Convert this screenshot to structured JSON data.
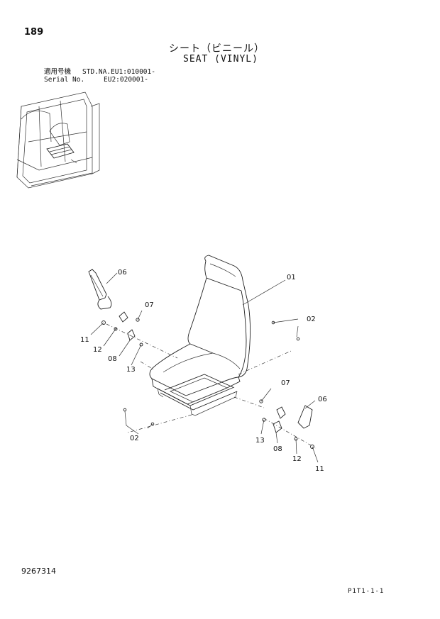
{
  "page_number": "189",
  "title_jp": "シート（ビニール）",
  "title_en": "SEAT (VINYL)",
  "serial": {
    "row1_label": "適用号機",
    "row1_value": "STD.NA.EU1:010001-",
    "row2_label": "Serial No.",
    "row2_value": "EU2:020001-"
  },
  "callouts": {
    "c01": "01",
    "c02_right": "02",
    "c02_left": "02",
    "c06_left": "06",
    "c06_right": "06",
    "c07_left": "07",
    "c07_right": "07",
    "c08_left": "08",
    "c08_right": "08",
    "c11_left": "11",
    "c11_right": "11",
    "c12_left": "12",
    "c12_right": "12",
    "c13_left": "13",
    "c13_right": "13"
  },
  "doc_number": "9267314",
  "page_code": "P1T1-1-1"
}
